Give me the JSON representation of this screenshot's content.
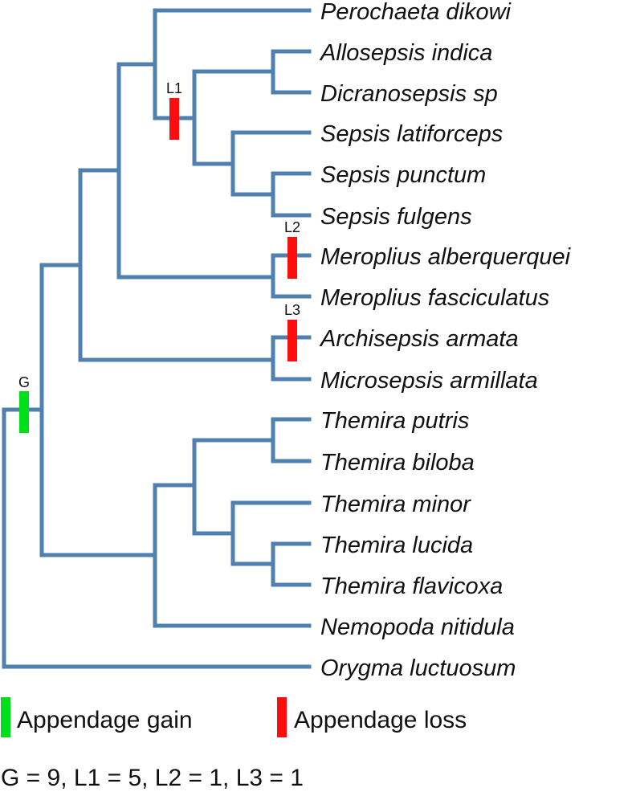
{
  "colors": {
    "branch": "#4f81b0",
    "gain": "#00e01a",
    "loss": "#ff0d0d",
    "text": "#111111"
  },
  "taxa": [
    "Perochaeta dikowi",
    "Allosepsis indica",
    "Dicranosepsis sp",
    "Sepsis latiforceps",
    "Sepsis punctum",
    "Sepsis fulgens",
    "Meroplius alberquerquei",
    "Meroplius fasciculatus",
    "Archisepsis armata",
    "Microsepsis armillata",
    "Themira putris",
    "Themira biloba",
    "Themira minor",
    "Themira lucida",
    "Themira flavicoxa",
    "Nemopoda nitidula",
    "Orygma luctuosum"
  ],
  "markers": {
    "gain": "G",
    "loss_1": "L1",
    "loss_2": "L2",
    "loss_3": "L3"
  },
  "legend": {
    "gain_label": "Appendage gain",
    "loss_label": "Appendage loss"
  },
  "counts_text": "G = 9, L1 = 5, L2 = 1, L3 = 1"
}
